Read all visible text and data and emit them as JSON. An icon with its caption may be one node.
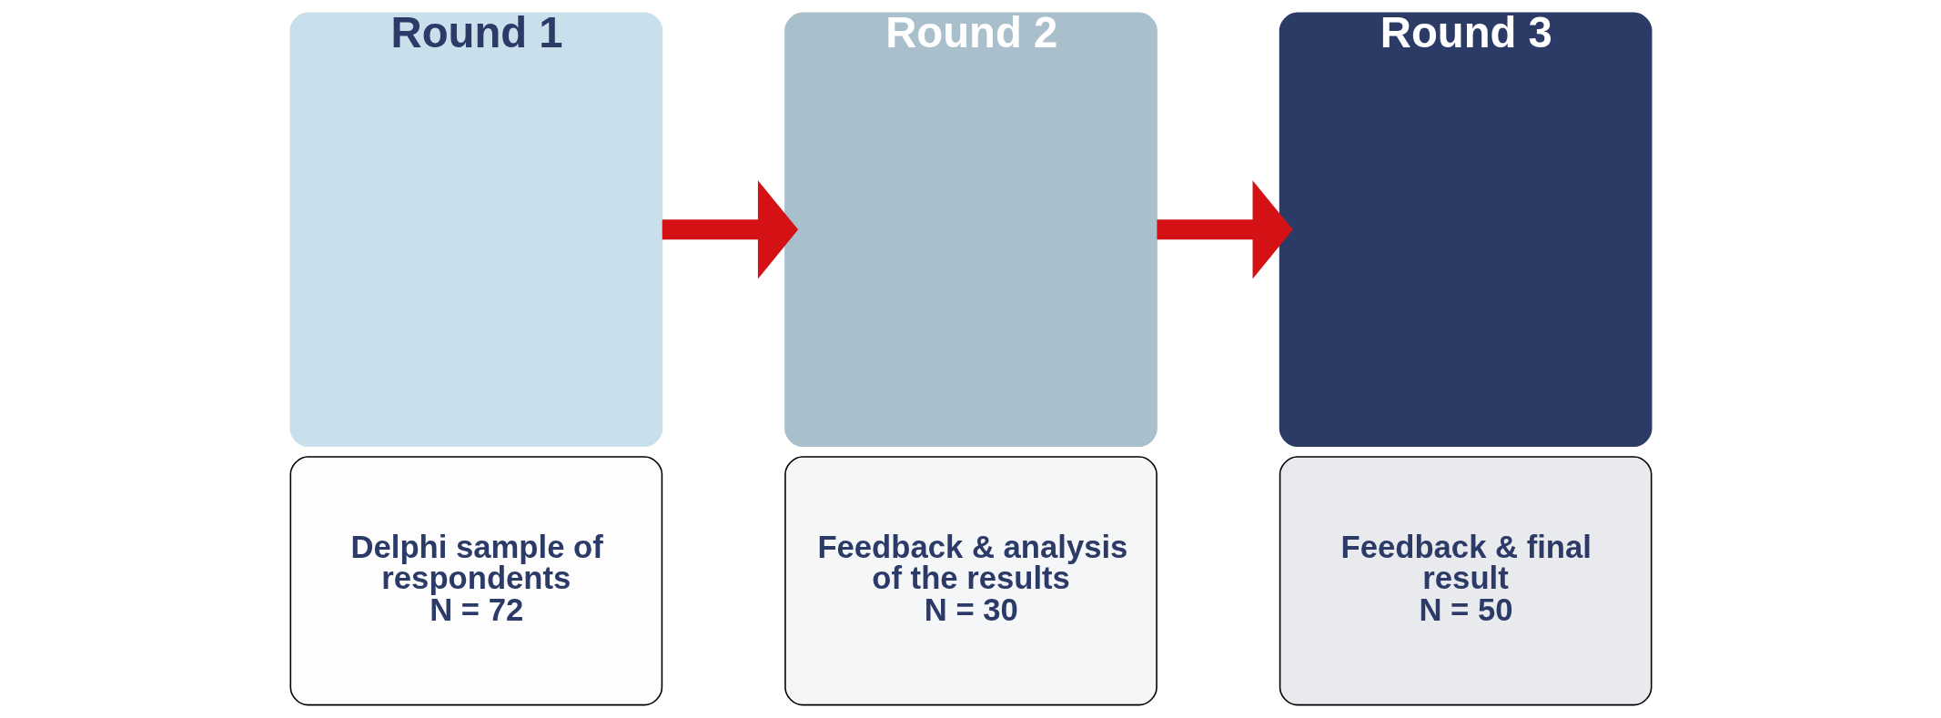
{
  "diagram": {
    "nodes": [
      {
        "text": [
          "Round 1"
        ]
      },
      {
        "text": [
          "Delphi sample of respondents",
          "N = 72"
        ]
      },
      {
        "text": [
          "Round 2"
        ]
      },
      {
        "text": [
          "Feedback & analysis of the results",
          "N = 30"
        ]
      },
      {
        "text": [
          "Round 3"
        ]
      },
      {
        "text": [
          "Feedback & final result",
          "N = 50"
        ]
      }
    ],
    "edges": [
      {
        "from": 0,
        "to": 2,
        "arrow": "to"
      },
      {
        "from": 2,
        "to": 4,
        "arrow": "to"
      }
    ]
  }
}
